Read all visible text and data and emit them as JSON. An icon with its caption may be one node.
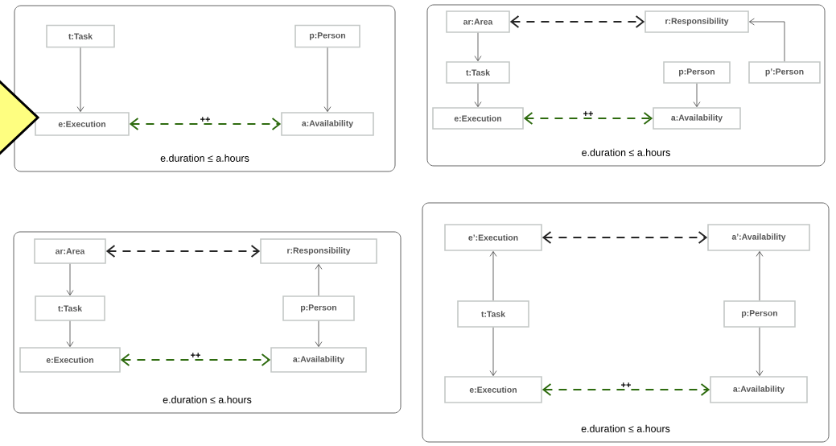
{
  "diagram": {
    "nodes": [
      {
        "text": [
          "e.duration ≤ a.hours"
        ]
      },
      {
        "text": [
          "t:Task"
        ],
        "in": 0
      },
      {
        "text": [
          "p:Person"
        ],
        "in": 0
      },
      {
        "text": [
          "e:Execution"
        ],
        "in": 0
      },
      {
        "text": [
          "a:Availability"
        ],
        "in": 0
      },
      {
        "text": [
          "e.duration ≤ a.hours"
        ]
      },
      {
        "text": [
          "ar:Area"
        ],
        "in": 5
      },
      {
        "text": [
          "r:Responsibility"
        ],
        "in": 5
      },
      {
        "text": [
          "t:Task"
        ],
        "in": 5
      },
      {
        "text": [
          "p:Person"
        ],
        "in": 5
      },
      {
        "text": [
          "p’:Person"
        ],
        "in": 5
      },
      {
        "text": [
          "e:Execution"
        ],
        "in": 5
      },
      {
        "text": [
          "a:Availability"
        ],
        "in": 5
      },
      {
        "text": [
          "e.duration ≤ a.hours"
        ]
      },
      {
        "text": [
          "ar:Area"
        ],
        "in": 13
      },
      {
        "text": [
          "r:Responsibility"
        ],
        "in": 13
      },
      {
        "text": [
          "t:Task"
        ],
        "in": 13
      },
      {
        "text": [
          "p:Person"
        ],
        "in": 13
      },
      {
        "text": [
          "e:Execution"
        ],
        "in": 13
      },
      {
        "text": [
          "a:Availability"
        ],
        "in": 13
      },
      {
        "text": [
          "e.duration ≤ a.hours"
        ]
      },
      {
        "text": [
          "e’:Execution"
        ],
        "in": 20
      },
      {
        "text": [
          "a’:Availability"
        ],
        "in": 20
      },
      {
        "text": [
          "t:Task"
        ],
        "in": 20
      },
      {
        "text": [
          "p:Person"
        ],
        "in": 20
      },
      {
        "text": [
          "e:Execution"
        ],
        "in": 20
      },
      {
        "text": [
          "a:Availability"
        ],
        "in": 20
      },
      {
        "text": [],
        "shape": "triangle"
      }
    ],
    "edges": [
      {
        "from": 1,
        "to": 3,
        "arrow": "to"
      },
      {
        "from": 2,
        "to": 4,
        "arrow": "to"
      },
      {
        "from": 3,
        "to": 4,
        "arrow": "both",
        "label": "++",
        "style": "dashed",
        "color": "#2e6b0f"
      },
      {
        "from": 6,
        "to": 7,
        "arrow": "both",
        "style": "dashed"
      },
      {
        "from": 6,
        "to": 8,
        "arrow": "to"
      },
      {
        "from": 10,
        "to": 7,
        "arrow": "to"
      },
      {
        "from": 9,
        "to": 12,
        "arrow": "to"
      },
      {
        "from": 8,
        "to": 11,
        "arrow": "to"
      },
      {
        "from": 11,
        "to": 12,
        "arrow": "both",
        "label": "++",
        "style": "dashed",
        "color": "#2e6b0f"
      },
      {
        "from": 14,
        "to": 15,
        "arrow": "both",
        "style": "dashed"
      },
      {
        "from": 14,
        "to": 16,
        "arrow": "to"
      },
      {
        "from": 17,
        "to": 15,
        "arrow": "to"
      },
      {
        "from": 16,
        "to": 18,
        "arrow": "to"
      },
      {
        "from": 17,
        "to": 19,
        "arrow": "to"
      },
      {
        "from": 18,
        "to": 19,
        "arrow": "both",
        "label": "++",
        "style": "dashed",
        "color": "#2e6b0f"
      },
      {
        "from": 21,
        "to": 22,
        "arrow": "both",
        "style": "dashed"
      },
      {
        "from": 23,
        "to": 21,
        "arrow": "to"
      },
      {
        "from": 24,
        "to": 22,
        "arrow": "to"
      },
      {
        "from": 23,
        "to": 25,
        "arrow": "to"
      },
      {
        "from": 24,
        "to": 26,
        "arrow": "to"
      },
      {
        "from": 25,
        "to": 26,
        "arrow": "both",
        "label": "++",
        "style": "dashed",
        "color": "#2e6b0f"
      }
    ]
  }
}
